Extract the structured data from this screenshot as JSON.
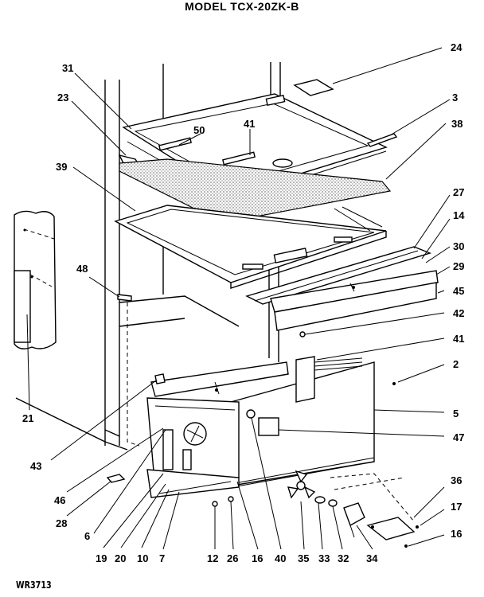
{
  "title": "MODEL TCX-20ZK-B",
  "footer": "WR3713",
  "callouts": {
    "c24": "24",
    "c31": "31",
    "c3": "3",
    "c23": "23",
    "c38": "38",
    "c50": "50",
    "c41a": "41",
    "c39": "39",
    "c27": "27",
    "c14": "14",
    "c30": "30",
    "c29": "29",
    "c48": "48",
    "c45": "45",
    "c42": "42",
    "c41b": "41",
    "c2": "2",
    "c5": "5",
    "c47": "47",
    "c21": "21",
    "c43": "43",
    "c46": "46",
    "c28": "28",
    "c6": "6",
    "c36": "36",
    "c17": "17",
    "c16r": "16",
    "c19": "19",
    "c20": "20",
    "c10": "10",
    "c7": "7",
    "c12": "12",
    "c26": "26",
    "c16": "16",
    "c40": "40",
    "c35": "35",
    "c33": "33",
    "c32": "32",
    "c34": "34"
  }
}
